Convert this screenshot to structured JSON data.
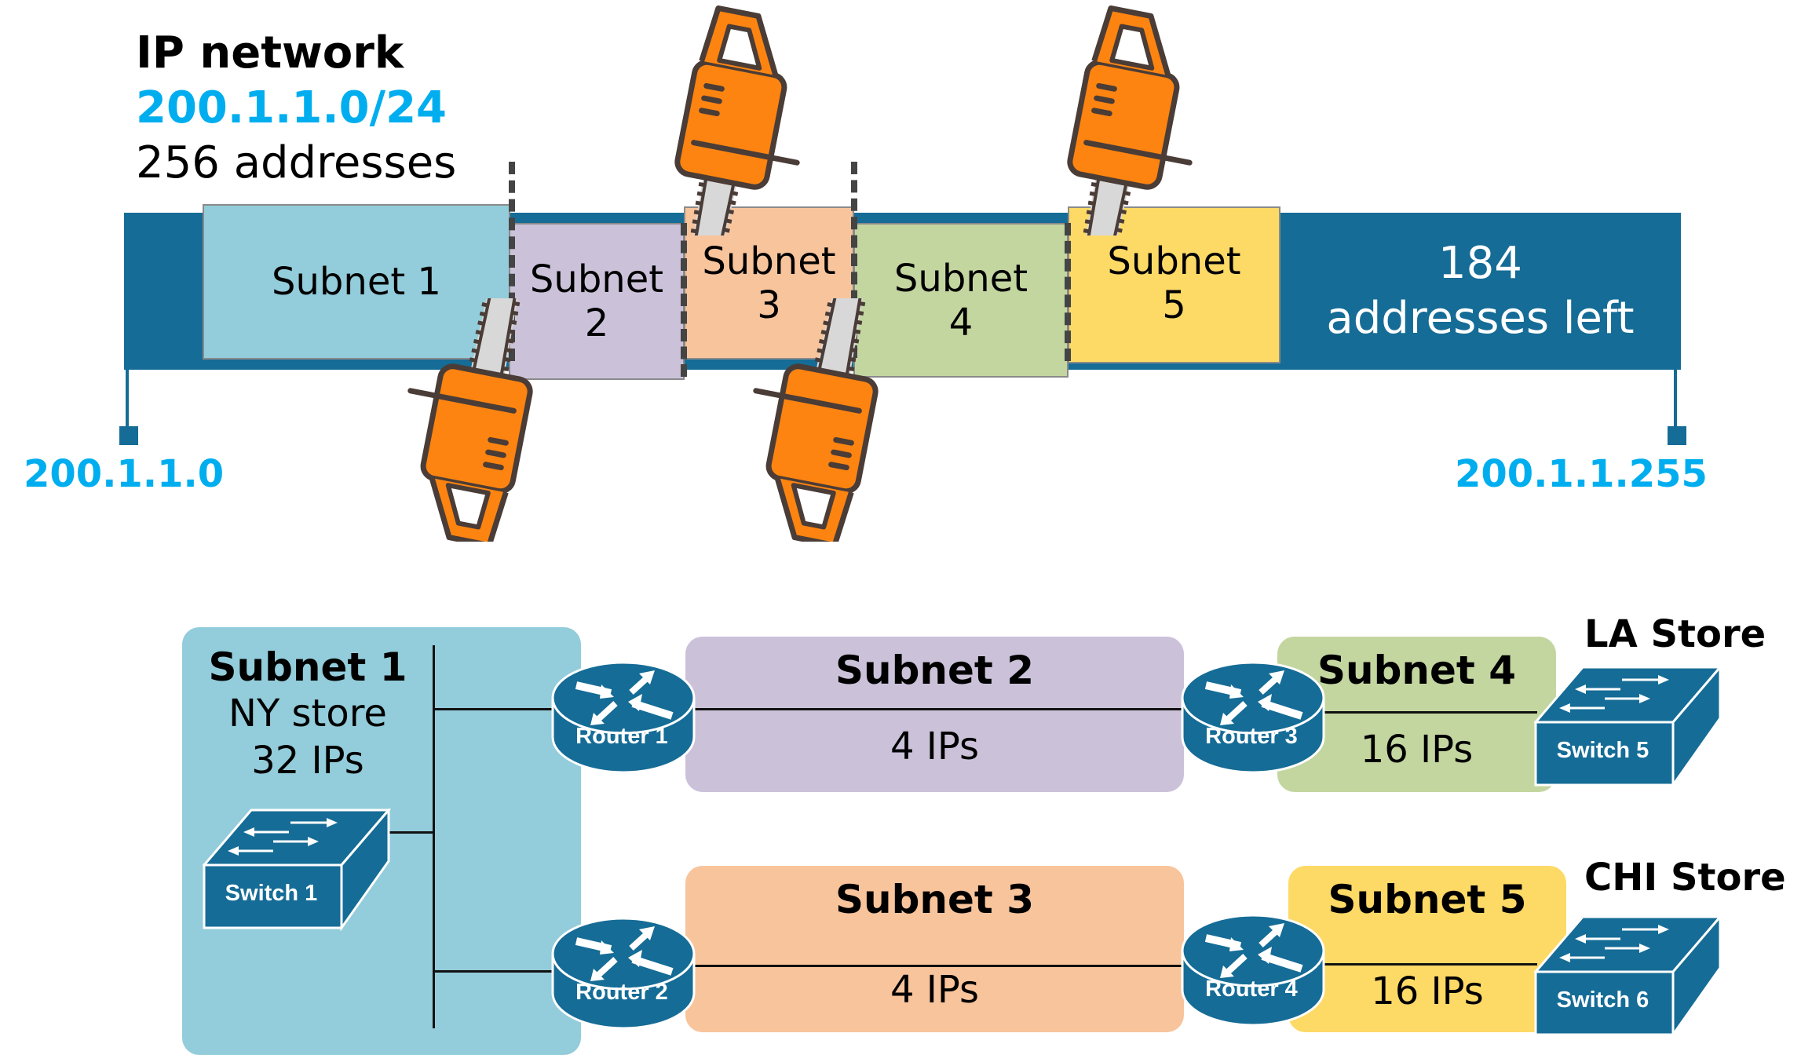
{
  "header": {
    "title": "IP network",
    "cidr": "200.1.1.0/24",
    "address_count": "256 addresses"
  },
  "address_bar": {
    "segments": [
      {
        "label_line1": "Subnet 1",
        "label_line2": "",
        "color": "#93ccda"
      },
      {
        "label_line1": "Subnet",
        "label_line2": "2",
        "color": "#cbc2da"
      },
      {
        "label_line1": "Subnet",
        "label_line2": "3",
        "color": "#f8c49c"
      },
      {
        "label_line1": "Subnet",
        "label_line2": "4",
        "color": "#c4d6a0"
      },
      {
        "label_line1": "Subnet",
        "label_line2": "5",
        "color": "#fdd966"
      }
    ],
    "remaining_line1": "184",
    "remaining_line2": "addresses left",
    "start_address": "200.1.1.0",
    "end_address": "200.1.1.255",
    "bar_color": "#156c96",
    "address_color": "#00aeef"
  },
  "icons": {
    "cutter": "chainsaw-icon",
    "router": "router-icon",
    "switch": "switch-icon"
  },
  "topology": {
    "subnet1": {
      "title": "Subnet 1",
      "location": "NY store",
      "size": "32 IPs",
      "color": "#93ccda"
    },
    "subnet2": {
      "title": "Subnet 2",
      "size": "4 IPs",
      "color": "#cbc2da"
    },
    "subnet3": {
      "title": "Subnet 3",
      "size": "4 IPs",
      "color": "#f8c49c"
    },
    "subnet4": {
      "title": "Subnet 4",
      "size": "16 IPs",
      "color": "#c4d6a0"
    },
    "subnet5": {
      "title": "Subnet 5",
      "size": "16 IPs",
      "color": "#fdd966"
    },
    "routers": [
      "Router 1",
      "Router 2",
      "Router 3",
      "Router 4"
    ],
    "switches": {
      "s1": "Switch 1",
      "s5": "Switch 5",
      "s6": "Switch 6"
    },
    "stores": {
      "la": "LA Store",
      "chi": "CHI Store"
    },
    "device_color": "#156c96"
  }
}
